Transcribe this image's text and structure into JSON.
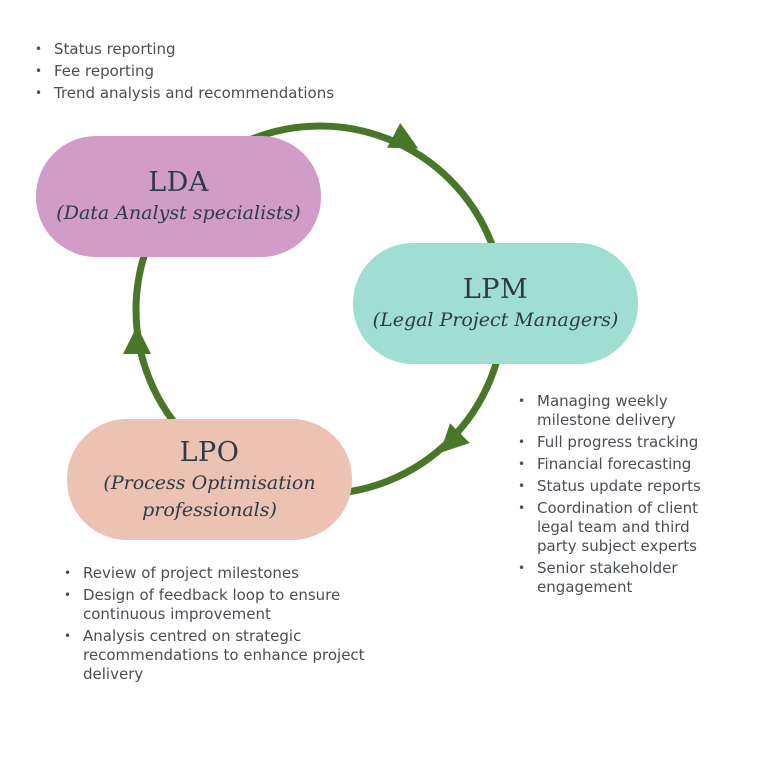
{
  "colors": {
    "arrow": "#48772a",
    "lda_fill": "#d19dc8",
    "lpm_fill": "#a0ddd2",
    "lpo_fill": "#ecc2b2",
    "title_text": "#2e3a45",
    "bullet_text": "#4a4f55"
  },
  "nodes": {
    "lda": {
      "abbr": "LDA",
      "full": "(Data Analyst specialists)",
      "bullets": [
        "Status reporting",
        "Fee reporting",
        "Trend analysis and recommendations"
      ]
    },
    "lpm": {
      "abbr": "LPM",
      "full": "(Legal Project Managers)",
      "bullets": [
        "Managing weekly milestone delivery",
        "Full progress tracking",
        "Financial forecasting",
        "Status update reports",
        "Coordination of client legal team and third party subject experts",
        "Senior stakeholder engagement"
      ]
    },
    "lpo": {
      "abbr": "LPO",
      "full": "(Process Optimisation professionals)",
      "bullets": [
        "Review of project milestones",
        "Design of feedback loop to ensure continuous improvement",
        "Analysis centred on strategic recommendations to enhance project delivery"
      ]
    }
  },
  "flow": {
    "direction": "clockwise",
    "sequence": [
      "LDA",
      "LPM",
      "LPO",
      "LDA"
    ]
  }
}
